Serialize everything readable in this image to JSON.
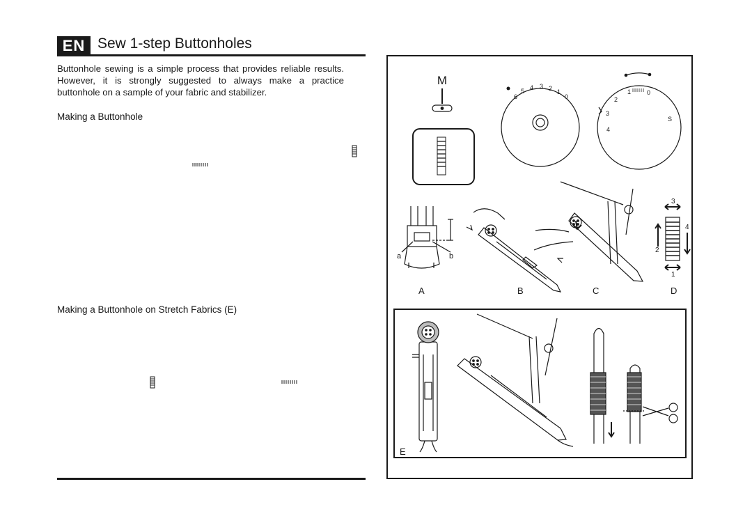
{
  "header": {
    "language_badge": "EN",
    "title": "Sew 1-step Buttonholes"
  },
  "intro_text": "Buttonhole sewing is a simple process that provides reliable results. However, it is strongly suggested to always make a practice buttonhole on a sample of your fabric and stabilizer.",
  "sections": {
    "making_buttonhole": "Making a Buttonhole",
    "stretch_fabrics": "Making a Buttonhole on Stretch Fabrics (E)"
  },
  "figure": {
    "presser_foot_letter": "M",
    "dial_left_numbers": [
      "6",
      "5",
      "4",
      "3",
      "2",
      "1",
      "0"
    ],
    "dial_right_numbers": [
      "0",
      "1",
      "2",
      "3",
      "4",
      "S"
    ],
    "panel_labels": [
      "A",
      "B",
      "C",
      "D"
    ],
    "panel_e_label": "E",
    "detail_labels": [
      "a",
      "b"
    ],
    "sequence_numbers": [
      "1",
      "2",
      "3",
      "4"
    ]
  },
  "icons": [
    "buttonhole-stitch-icon",
    "buttonhole-foot-icon",
    "needle-icon",
    "scissors-icon",
    "button-icon"
  ]
}
